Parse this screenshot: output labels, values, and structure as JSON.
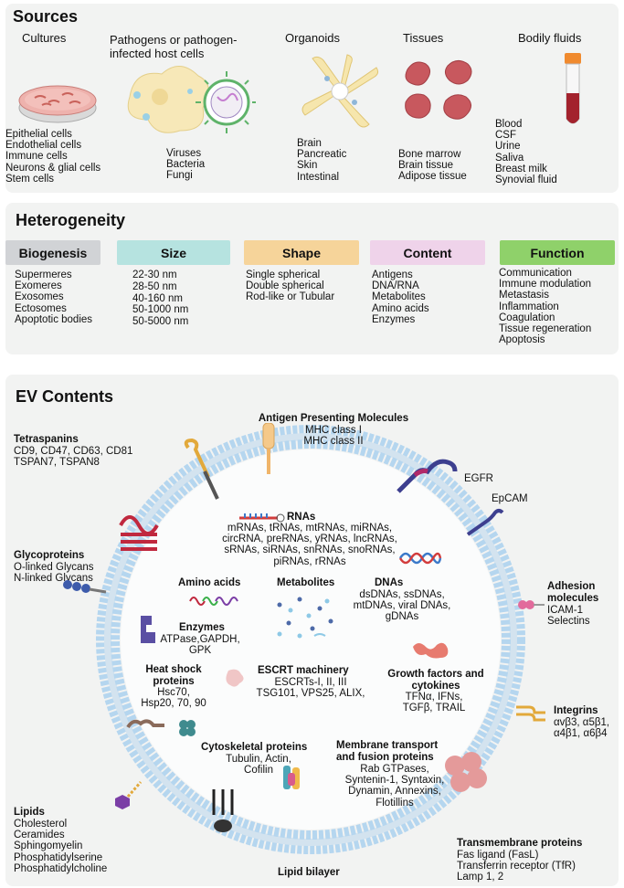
{
  "sources": {
    "title": "Sources",
    "cultures": {
      "heading": "Cultures",
      "items": [
        "Epithelial cells",
        "Endothelial cells",
        "Immune cells",
        "Neurons & glial cells",
        "Stem cells"
      ]
    },
    "pathogens": {
      "heading": "Pathogens or pathogen-infected host cells",
      "items": [
        "Viruses",
        "Bacteria",
        "Fungi"
      ]
    },
    "organoids": {
      "heading": "Organoids",
      "items": [
        "Brain",
        "Pancreatic",
        "Skin",
        "Intestinal"
      ]
    },
    "tissues": {
      "heading": "Tissues",
      "items": [
        "Bone marrow",
        "Brain tissue",
        "Adipose tissue"
      ]
    },
    "fluids": {
      "heading": "Bodily fluids",
      "items": [
        "Blood",
        "CSF",
        "Urine",
        "Saliva",
        "Breast milk",
        "Synovial fluid"
      ]
    }
  },
  "heterogeneity": {
    "title": "Heterogeneity",
    "columns": [
      {
        "label": "Biogenesis",
        "color": "#d1d3d6",
        "items": [
          "Supermeres",
          "Exomeres",
          "Exosomes",
          "Ectosomes",
          "Apoptotic bodies"
        ]
      },
      {
        "label": "Size",
        "color": "#b6e3e0",
        "items": [
          "22-30 nm",
          "28-50 nm",
          "40-160 nm",
          "50-1000 nm",
          "50-5000 nm"
        ]
      },
      {
        "label": "Shape",
        "color": "#f6d49a",
        "items": [
          "Single spherical",
          "Double spherical",
          "Rod-like or Tubular"
        ]
      },
      {
        "label": "Content",
        "color": "#efd3ea",
        "items": [
          "Antigens",
          "DNA/RNA",
          "Metabolites",
          "Amino acids",
          "Enzymes"
        ]
      },
      {
        "label": "Function",
        "color": "#8fd16a",
        "items": [
          "Communication",
          "Immune modulation",
          "Metastasis",
          "Inflammation",
          "Coagulation",
          "Tissue regeneration",
          "Apoptosis"
        ]
      }
    ]
  },
  "ev": {
    "title": "EV Contents",
    "apm": {
      "heading": "Antigen Presenting Molecules",
      "items": [
        "MHC class I",
        "MHC class II"
      ]
    },
    "tetraspanins": {
      "heading": "Tetraspanins",
      "items": [
        "CD9, CD47, CD63, CD81",
        "TSPAN7, TSPAN8"
      ]
    },
    "egfr": "EGFR",
    "epcam": "EpCAM",
    "rnas": {
      "heading": "RNAs",
      "items": [
        "mRNAs, tRNAs, mtRNAs,  miRNAs,",
        "circRNA, preRNAs, yRNAs,  lncRNAs,",
        "sRNAs, siRNAs, snRNAs, snoRNAs,",
        "piRNAs, rRNAs"
      ]
    },
    "glycoproteins": {
      "heading": "Glycoproteins",
      "items": [
        "O-linked Glycans",
        "N-linked Glycans"
      ]
    },
    "amino_acids": "Amino acids",
    "metabolites": "Metabolites",
    "dnas": {
      "heading": "DNAs",
      "items": [
        "dsDNAs, ssDNAs,",
        "mtDNAs, viral DNAs,",
        "gDNAs"
      ]
    },
    "adhesion": {
      "heading": "Adhesion molecules",
      "items": [
        "ICAM-1",
        "Selectins"
      ]
    },
    "enzymes": {
      "heading": "Enzymes",
      "items": [
        "ATPase,GAPDH,",
        "GPK"
      ]
    },
    "heat_shock": {
      "heading": "Heat shock proteins",
      "items": [
        "Hsc70,",
        "Hsp20, 70, 90"
      ]
    },
    "escrt": {
      "heading": "ESCRT machinery",
      "items": [
        "ESCRTs-I, II, III",
        "TSG101, VPS25,  ALIX,"
      ]
    },
    "growth": {
      "heading": "Growth factors and cytokines",
      "items": [
        "TFNα, IFNs,",
        "TGFβ, TRAIL"
      ]
    },
    "integrins": {
      "heading": "Integrins",
      "items": [
        "αvβ3,  α5β1,",
        "α4β1, α6β4"
      ]
    },
    "cytoskeletal": {
      "heading": "Cytoskeletal proteins",
      "items": [
        "Tubulin, Actin,",
        "Cofilin"
      ]
    },
    "membrane_transport": {
      "heading": "Membrane transport and fusion proteins",
      "items": [
        "Rab GTPases,",
        "Syntenin-1, Syntaxin,",
        "Dynamin, Annexins,",
        "Flotillins"
      ]
    },
    "lipids": {
      "heading": "Lipids",
      "items": [
        "Cholesterol",
        "Ceramides",
        "Sphingomyelin",
        "Phosphatidylserine",
        "Phosphatidylcholine"
      ]
    },
    "transmembrane": {
      "heading": "Transmembrane proteins",
      "items": [
        "Fas ligand (FasL)",
        "Transferrin receptor (TfR)",
        "Lamp 1, 2"
      ]
    },
    "lipid_bilayer": "Lipid bilayer"
  }
}
